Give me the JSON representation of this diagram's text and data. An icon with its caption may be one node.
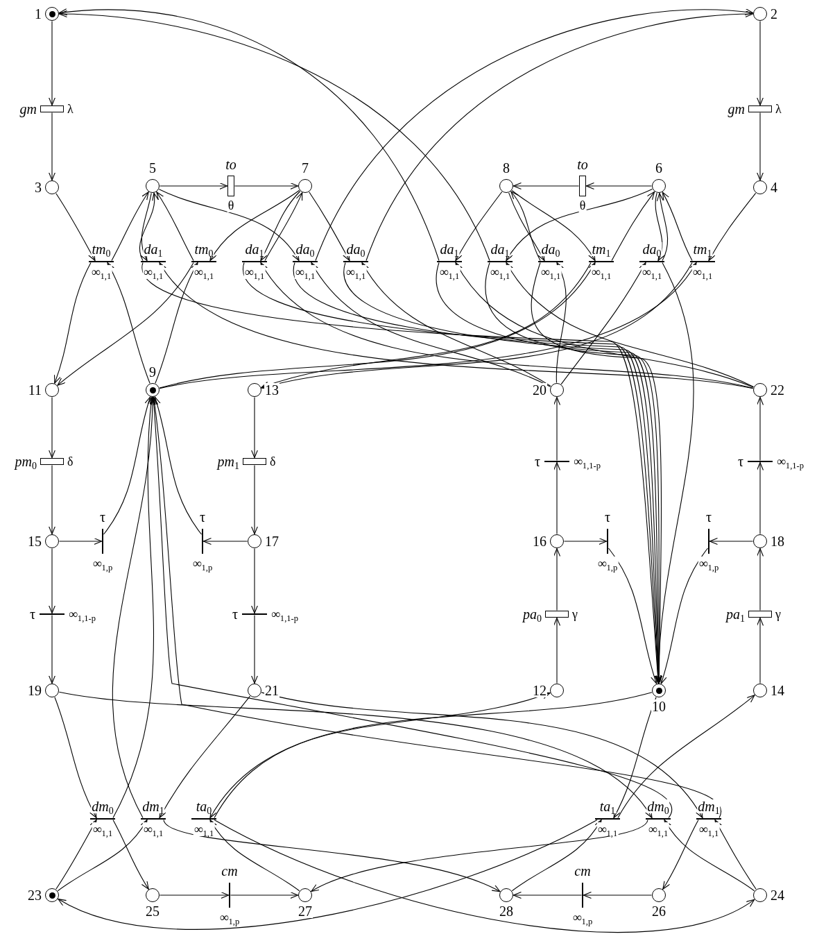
{
  "diagram": {
    "nodes": [
      {
        "text": [
          "1"
        ]
      },
      {
        "text": [
          "2"
        ]
      },
      {
        "text": [
          "gm",
          "λ"
        ]
      },
      {
        "text": [
          "gm",
          "λ"
        ]
      },
      {
        "text": [
          "3"
        ]
      },
      {
        "text": [
          "5"
        ]
      },
      {
        "text": [
          "to",
          "θ"
        ]
      },
      {
        "text": [
          "7"
        ]
      },
      {
        "text": [
          "8"
        ]
      },
      {
        "text": [
          "to",
          "θ"
        ]
      },
      {
        "text": [
          "6"
        ]
      },
      {
        "text": [
          "4"
        ]
      },
      {
        "text": [
          "tm$_{0}$",
          "∞$_{1,1}$"
        ]
      },
      {
        "text": [
          "da$_{1}$",
          "∞$_{1,1}$"
        ]
      },
      {
        "text": [
          "tm$_{0}$",
          "∞$_{1,1}$"
        ]
      },
      {
        "text": [
          "da$_{1}$",
          "∞$_{1,1}$"
        ]
      },
      {
        "text": [
          "da$_{0}$",
          "∞$_{1,1}$"
        ]
      },
      {
        "text": [
          "da$_{0}$",
          "∞$_{1,1}$"
        ]
      },
      {
        "text": [
          "da$_{1}$",
          "∞$_{1,1}$"
        ]
      },
      {
        "text": [
          "da$_{1}$",
          "∞$_{1,1}$"
        ]
      },
      {
        "text": [
          "da$_{0}$",
          "∞$_{1,1}$"
        ]
      },
      {
        "text": [
          "tm$_{1}$",
          "∞$_{1,1}$"
        ]
      },
      {
        "text": [
          "da$_{0}$",
          "∞$_{1,1}$"
        ]
      },
      {
        "text": [
          "tm$_{1}$",
          "∞$_{1,1}$"
        ]
      },
      {
        "text": [
          "11"
        ]
      },
      {
        "text": [
          "9"
        ]
      },
      {
        "text": [
          "13"
        ]
      },
      {
        "text": [
          "20"
        ]
      },
      {
        "text": [
          "22"
        ]
      },
      {
        "text": [
          "pm$_{0}$",
          "δ"
        ]
      },
      {
        "text": [
          "pm$_{1}$",
          "δ"
        ]
      },
      {
        "text": [
          "τ",
          "∞$_{1,1-p}$"
        ]
      },
      {
        "text": [
          "τ",
          "∞$_{1,1-p}$"
        ]
      },
      {
        "text": [
          "15"
        ]
      },
      {
        "text": [
          "τ",
          "∞$_{1,p}$"
        ]
      },
      {
        "text": [
          "τ",
          "∞$_{1,p}$"
        ]
      },
      {
        "text": [
          "17"
        ]
      },
      {
        "text": [
          "16"
        ]
      },
      {
        "text": [
          "τ",
          "∞$_{1,p}$"
        ]
      },
      {
        "text": [
          "τ",
          "∞$_{1,p}$"
        ]
      },
      {
        "text": [
          "18"
        ]
      },
      {
        "text": [
          "τ",
          "∞$_{1,1-p}$"
        ]
      },
      {
        "text": [
          "τ",
          "∞$_{1,1-p}$"
        ]
      },
      {
        "text": [
          "pa$_{0}$",
          "γ"
        ]
      },
      {
        "text": [
          "pa$_{1}$",
          "γ"
        ]
      },
      {
        "text": [
          "19"
        ]
      },
      {
        "text": [
          "21"
        ]
      },
      {
        "text": [
          "12"
        ]
      },
      {
        "text": [
          "10"
        ]
      },
      {
        "text": [
          "14"
        ]
      },
      {
        "text": [
          "dm$_{0}$",
          "∞$_{1,1}$"
        ]
      },
      {
        "text": [
          "dm$_{1}$",
          "∞$_{1,1}$"
        ]
      },
      {
        "text": [
          "ta$_{0}$",
          "∞$_{1,1}$"
        ]
      },
      {
        "text": [
          "ta$_{1}$",
          "∞$_{1,1}$"
        ]
      },
      {
        "text": [
          "dm$_{0}$",
          "∞$_{1,1}$"
        ]
      },
      {
        "text": [
          "dm$_{1}$",
          "∞$_{1,1}$"
        ]
      },
      {
        "text": [
          "23"
        ]
      },
      {
        "text": [
          "25"
        ]
      },
      {
        "text": [
          "cm",
          "∞$_{1,p}$"
        ]
      },
      {
        "text": [
          "27"
        ]
      },
      {
        "text": [
          "28"
        ]
      },
      {
        "text": [
          "cm",
          "∞$_{1,p}$"
        ]
      },
      {
        "text": [
          "26"
        ]
      },
      {
        "text": [
          "24"
        ]
      }
    ],
    "edges": [
      {
        "from": 0,
        "to": 2,
        "arrow": "to"
      },
      {
        "from": 2,
        "to": 4,
        "arrow": "to"
      },
      {
        "from": 1,
        "to": 3,
        "arrow": "to"
      },
      {
        "from": 3,
        "to": 11,
        "arrow": "to"
      },
      {
        "from": 4,
        "to": 12,
        "arrow": "to"
      },
      {
        "from": 25,
        "to": 12,
        "arrow": "to"
      },
      {
        "from": 12,
        "to": 5,
        "arrow": "to"
      },
      {
        "from": 12,
        "to": 24,
        "arrow": "to"
      },
      {
        "from": 5,
        "to": 6,
        "arrow": "to"
      },
      {
        "from": 6,
        "to": 7,
        "arrow": "to"
      },
      {
        "from": 5,
        "to": 13,
        "arrow": "to"
      },
      {
        "from": 13,
        "to": 5,
        "arrow": "to"
      },
      {
        "from": 28,
        "to": 13,
        "arrow": "to"
      },
      {
        "from": 13,
        "to": 48,
        "arrow": "to"
      },
      {
        "from": 7,
        "to": 14,
        "arrow": "to"
      },
      {
        "from": 25,
        "to": 14,
        "arrow": "to"
      },
      {
        "from": 14,
        "to": 5,
        "arrow": "to"
      },
      {
        "from": 14,
        "to": 24,
        "arrow": "to"
      },
      {
        "from": 7,
        "to": 15,
        "arrow": "to"
      },
      {
        "from": 15,
        "to": 7,
        "arrow": "to"
      },
      {
        "from": 28,
        "to": 15,
        "arrow": "to"
      },
      {
        "from": 15,
        "to": 48,
        "arrow": "to"
      },
      {
        "from": 5,
        "to": 16,
        "arrow": "to"
      },
      {
        "from": 27,
        "to": 16,
        "arrow": "to"
      },
      {
        "from": 16,
        "to": 1,
        "arrow": "to"
      },
      {
        "from": 16,
        "to": 48,
        "arrow": "to"
      },
      {
        "from": 7,
        "to": 17,
        "arrow": "to"
      },
      {
        "from": 27,
        "to": 17,
        "arrow": "to"
      },
      {
        "from": 17,
        "to": 1,
        "arrow": "to"
      },
      {
        "from": 17,
        "to": 48,
        "arrow": "to"
      },
      {
        "from": 10,
        "to": 9,
        "arrow": "to"
      },
      {
        "from": 9,
        "to": 8,
        "arrow": "to"
      },
      {
        "from": 8,
        "to": 18,
        "arrow": "to"
      },
      {
        "from": 28,
        "to": 18,
        "arrow": "to"
      },
      {
        "from": 18,
        "to": 0,
        "arrow": "to"
      },
      {
        "from": 18,
        "to": 48,
        "arrow": "to"
      },
      {
        "from": 10,
        "to": 19,
        "arrow": "to"
      },
      {
        "from": 28,
        "to": 19,
        "arrow": "to"
      },
      {
        "from": 19,
        "to": 0,
        "arrow": "to"
      },
      {
        "from": 19,
        "to": 48,
        "arrow": "to"
      },
      {
        "from": 8,
        "to": 20,
        "arrow": "to"
      },
      {
        "from": 20,
        "to": 8,
        "arrow": "to"
      },
      {
        "from": 27,
        "to": 20,
        "arrow": "to"
      },
      {
        "from": 20,
        "to": 48,
        "arrow": "to"
      },
      {
        "from": 8,
        "to": 21,
        "arrow": "to"
      },
      {
        "from": 25,
        "to": 21,
        "arrow": "to"
      },
      {
        "from": 21,
        "to": 10,
        "arrow": "to"
      },
      {
        "from": 21,
        "to": 26,
        "arrow": "to"
      },
      {
        "from": 10,
        "to": 22,
        "arrow": "to"
      },
      {
        "from": 22,
        "to": 10,
        "arrow": "to"
      },
      {
        "from": 27,
        "to": 22,
        "arrow": "to"
      },
      {
        "from": 22,
        "to": 48,
        "arrow": "to"
      },
      {
        "from": 11,
        "to": 23,
        "arrow": "to"
      },
      {
        "from": 25,
        "to": 23,
        "arrow": "to"
      },
      {
        "from": 23,
        "to": 10,
        "arrow": "to"
      },
      {
        "from": 23,
        "to": 26,
        "arrow": "to"
      },
      {
        "from": 24,
        "to": 29,
        "arrow": "to"
      },
      {
        "from": 29,
        "to": 33,
        "arrow": "to"
      },
      {
        "from": 33,
        "to": 34,
        "arrow": "to"
      },
      {
        "from": 34,
        "to": 25,
        "arrow": "to"
      },
      {
        "from": 33,
        "to": 41,
        "arrow": "to"
      },
      {
        "from": 41,
        "to": 45,
        "arrow": "to"
      },
      {
        "from": 26,
        "to": 30,
        "arrow": "to"
      },
      {
        "from": 30,
        "to": 36,
        "arrow": "to"
      },
      {
        "from": 36,
        "to": 35,
        "arrow": "to"
      },
      {
        "from": 35,
        "to": 25,
        "arrow": "to"
      },
      {
        "from": 36,
        "to": 42,
        "arrow": "to"
      },
      {
        "from": 42,
        "to": 46,
        "arrow": "to"
      },
      {
        "from": 47,
        "to": 43,
        "arrow": "to"
      },
      {
        "from": 43,
        "to": 37,
        "arrow": "to"
      },
      {
        "from": 37,
        "to": 31,
        "arrow": "to"
      },
      {
        "from": 31,
        "to": 27,
        "arrow": "to"
      },
      {
        "from": 37,
        "to": 38,
        "arrow": "to"
      },
      {
        "from": 38,
        "to": 48,
        "arrow": "to"
      },
      {
        "from": 49,
        "to": 44,
        "arrow": "to"
      },
      {
        "from": 44,
        "to": 40,
        "arrow": "to"
      },
      {
        "from": 40,
        "to": 32,
        "arrow": "to"
      },
      {
        "from": 32,
        "to": 28,
        "arrow": "to"
      },
      {
        "from": 40,
        "to": 39,
        "arrow": "to"
      },
      {
        "from": 39,
        "to": 48,
        "arrow": "to"
      },
      {
        "from": 45,
        "to": 50,
        "arrow": "to"
      },
      {
        "from": 56,
        "to": 50,
        "arrow": "to"
      },
      {
        "from": 50,
        "to": 57,
        "arrow": "to"
      },
      {
        "from": 50,
        "to": 25,
        "arrow": "to"
      },
      {
        "from": 46,
        "to": 51,
        "arrow": "to"
      },
      {
        "from": 56,
        "to": 51,
        "arrow": "to"
      },
      {
        "from": 51,
        "to": 25,
        "arrow": "to"
      },
      {
        "from": 51,
        "to": 60,
        "arrow": "to"
      },
      {
        "from": 48,
        "to": 52,
        "arrow": "to"
      },
      {
        "from": 59,
        "to": 52,
        "arrow": "to"
      },
      {
        "from": 52,
        "to": 47,
        "arrow": "to"
      },
      {
        "from": 52,
        "to": 63,
        "arrow": "to"
      },
      {
        "from": 48,
        "to": 53,
        "arrow": "to"
      },
      {
        "from": 60,
        "to": 53,
        "arrow": "to"
      },
      {
        "from": 53,
        "to": 49,
        "arrow": "to"
      },
      {
        "from": 53,
        "to": 56,
        "arrow": "to"
      },
      {
        "from": 45,
        "to": 54,
        "arrow": "to"
      },
      {
        "from": 63,
        "to": 54,
        "arrow": "to"
      },
      {
        "from": 54,
        "to": 59,
        "arrow": "to"
      },
      {
        "from": 54,
        "to": 25,
        "arrow": "to"
      },
      {
        "from": 46,
        "to": 55,
        "arrow": "to"
      },
      {
        "from": 63,
        "to": 55,
        "arrow": "to"
      },
      {
        "from": 55,
        "to": 62,
        "arrow": "to"
      },
      {
        "from": 55,
        "to": 25,
        "arrow": "to"
      },
      {
        "from": 57,
        "to": 58,
        "arrow": "to"
      },
      {
        "from": 58,
        "to": 59,
        "arrow": "to"
      },
      {
        "from": 62,
        "to": 61,
        "arrow": "to"
      },
      {
        "from": 61,
        "to": 60,
        "arrow": "to"
      }
    ]
  }
}
